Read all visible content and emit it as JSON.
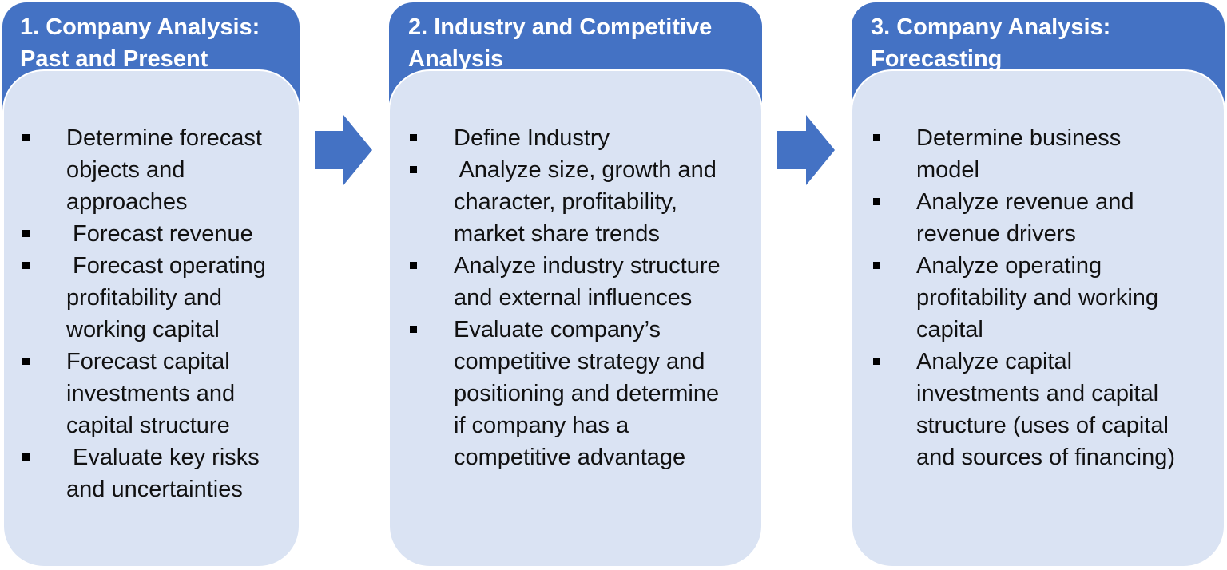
{
  "colors": {
    "header": "#4472c4",
    "card": "#dae3f3",
    "arrow": "#4472c4",
    "text": "#111111"
  },
  "arrows": [
    {
      "icon": "right-arrow-icon"
    },
    {
      "icon": "right-arrow-icon"
    }
  ],
  "columns": [
    {
      "title_lines": [
        "1. Company Analysis:",
        "Past and Present"
      ],
      "items": [
        {
          "lines": [
            "Determine forecast",
            "objects and",
            "approaches"
          ]
        },
        {
          "lines": [
            " Forecast revenue"
          ]
        },
        {
          "lines": [
            " Forecast operating",
            "profitability and",
            "working capital"
          ]
        },
        {
          "lines": [
            "Forecast capital",
            "investments and",
            "capital structure"
          ]
        },
        {
          "lines": [
            " Evaluate key risks",
            "and uncertainties"
          ]
        }
      ]
    },
    {
      "title_lines": [
        "2. Industry and Competitive",
        "Analysis"
      ],
      "items": [
        {
          "lines": [
            "Define Industry"
          ]
        },
        {
          "lines": [
            " Analyze size, growth and",
            "character, profitability,",
            "market share trends"
          ]
        },
        {
          "lines": [
            "Analyze industry structure",
            "and external influences"
          ]
        },
        {
          "lines": [
            "Evaluate company’s",
            "competitive strategy and",
            "positioning and determine",
            "if company has a",
            "competitive advantage"
          ]
        }
      ]
    },
    {
      "title_lines": [
        "3. Company Analysis:",
        "Forecasting"
      ],
      "items": [
        {
          "lines": [
            "Determine business",
            "model"
          ]
        },
        {
          "lines": [
            "Analyze revenue and",
            "revenue drivers"
          ]
        },
        {
          "lines": [
            "Analyze operating",
            "profitability and working",
            "capital"
          ]
        },
        {
          "lines": [
            "Analyze capital",
            "investments and capital",
            "structure (uses of capital",
            "and sources of financing)"
          ]
        }
      ]
    }
  ]
}
